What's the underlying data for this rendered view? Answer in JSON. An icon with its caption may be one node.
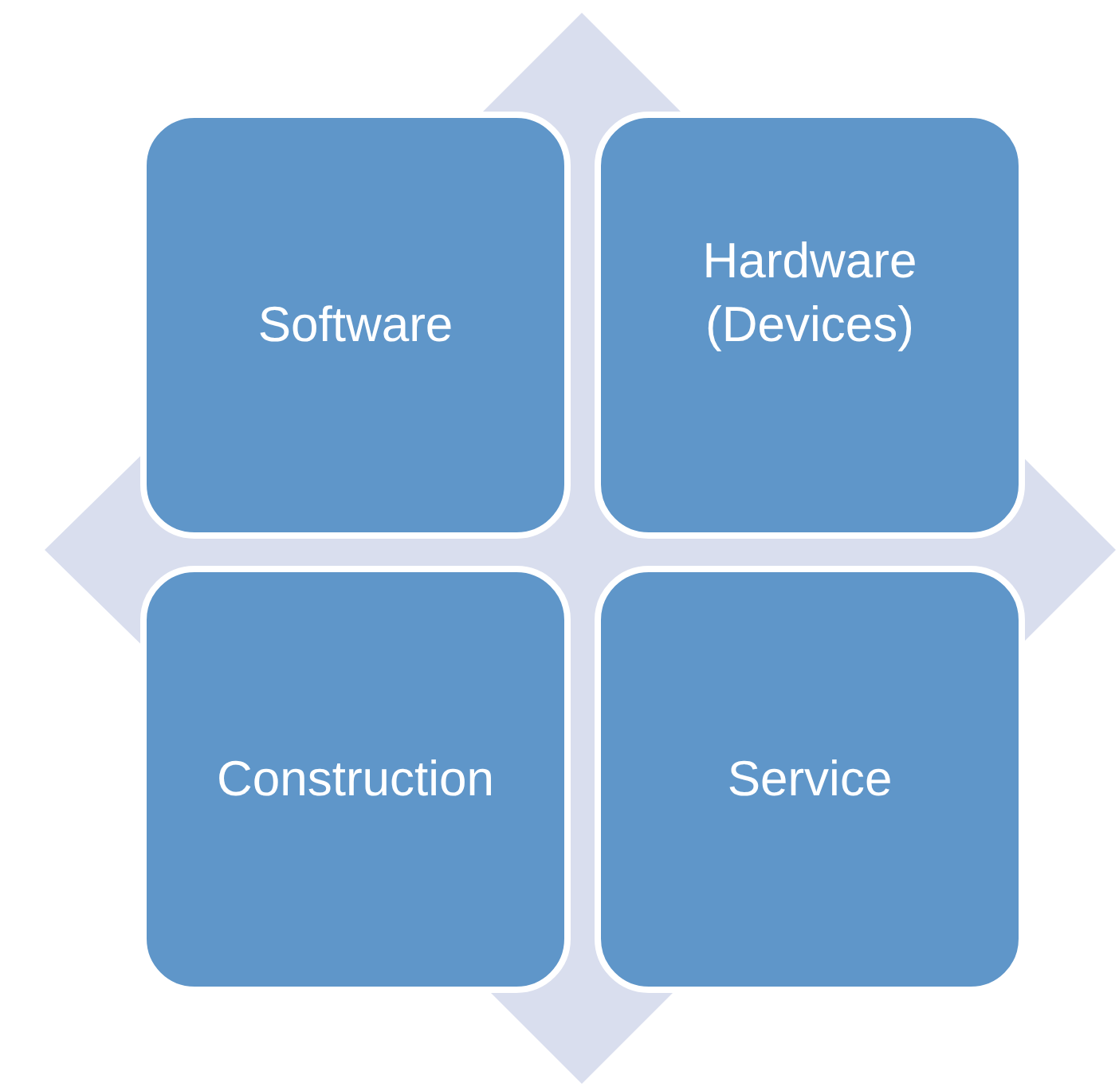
{
  "diagram": {
    "nodes": [
      {
        "text": [
          "Software"
        ]
      },
      {
        "text": [
          "Hardware (Devices)"
        ]
      },
      {
        "text": [
          "Construction"
        ]
      },
      {
        "text": [
          "Service"
        ]
      }
    ]
  }
}
